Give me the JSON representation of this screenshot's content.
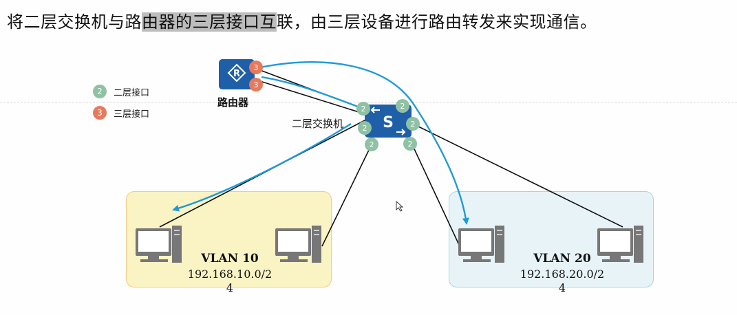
{
  "title": {
    "part1": "将二层交换机与路",
    "highlight": "由器的三层接口互",
    "part2": "联，由三层设备进行路由转发来实现通信。"
  },
  "legend": {
    "l2": {
      "badge": "2",
      "label": "二层接口"
    },
    "l3": {
      "badge": "3",
      "label": "三层接口"
    }
  },
  "router": {
    "label": "路由器",
    "icon_letter": "R",
    "port_badge": "3"
  },
  "switch": {
    "label": "二层交换机",
    "icon_letter": "S",
    "port_badge": "2"
  },
  "vlans": [
    {
      "name": "VLAN 10",
      "network_line1": "192.168.10.0/2",
      "network_line2": "4"
    },
    {
      "name": "VLAN 20",
      "network_line1": "192.168.20.0/2",
      "network_line2": "4"
    }
  ],
  "colors": {
    "router": "#1f5fa8",
    "switch": "#1f5fa8",
    "l2_badge": "#8fc1a4",
    "l3_badge": "#e77a5c",
    "flow_arrow": "#1e9ad6",
    "vlan10_fill": "#faf3c4",
    "vlan20_fill": "#e8f3f8"
  }
}
